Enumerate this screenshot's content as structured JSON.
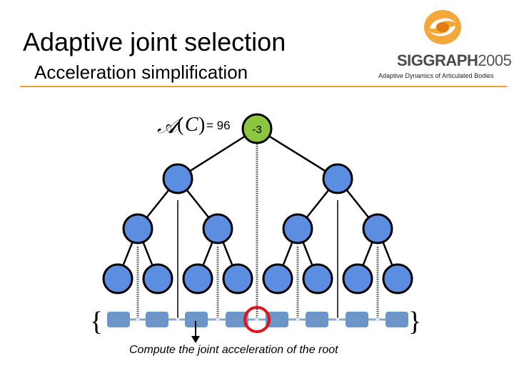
{
  "slide": {
    "title": "Adaptive joint selection",
    "subtitle": "Acceleration simplification",
    "accent_color": "#f0a030"
  },
  "branding": {
    "logo_text": "SIGGRAPH",
    "logo_year": "2005",
    "caption": "Adaptive Dynamics of Articulated Bodies",
    "logo_icon": "swirl-logo-icon"
  },
  "formula": {
    "symbol": "𝒜",
    "argument": "C",
    "value_text": "= 96"
  },
  "tree": {
    "root_label": "-3",
    "root_color": "#8cc63f",
    "node_color": "#5b8de0",
    "link_color": "#6c96c8",
    "highlight_color": "#e0141b",
    "highlighted_joint_index": 3
  },
  "caption": "Compute the joint acceleration of the root"
}
